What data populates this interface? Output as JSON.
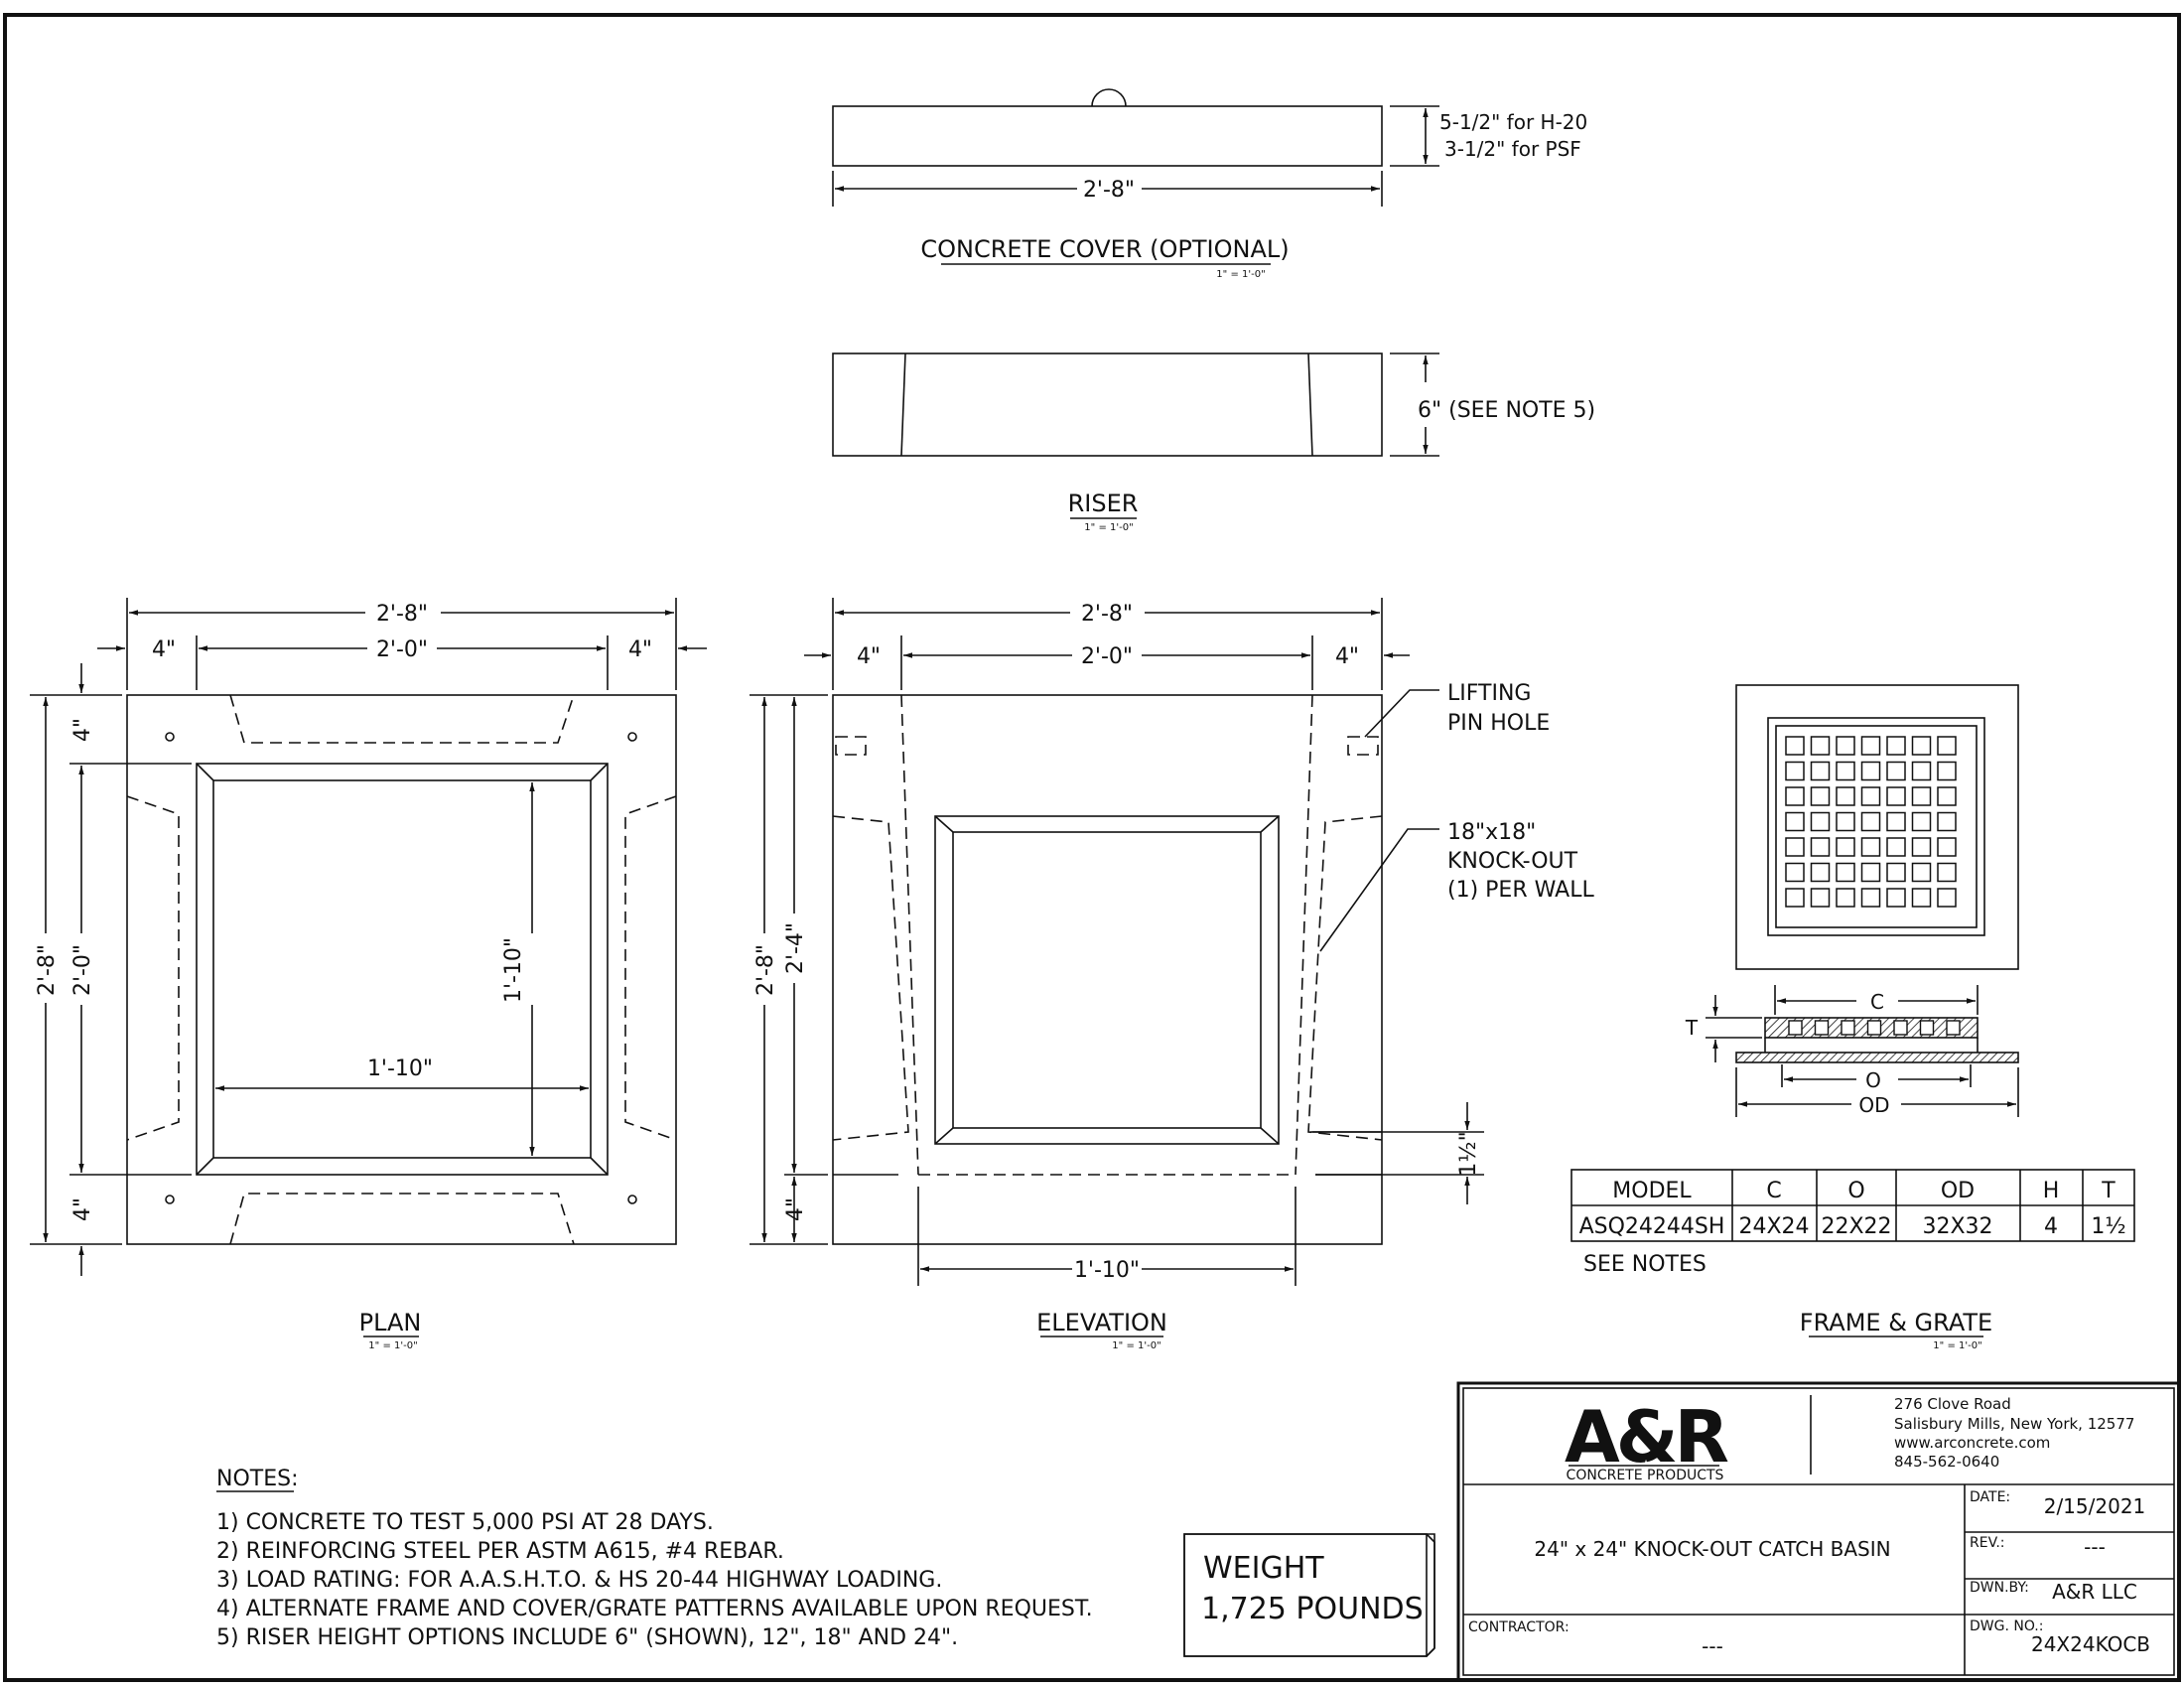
{
  "cover": {
    "title": "CONCRETE COVER (OPTIONAL)",
    "scale": "1\" = 1'-0\"",
    "width_dim": "2'-8\"",
    "height_note_1": "5-1/2\" for H-20",
    "height_note_2": "3-1/2\" for PSF"
  },
  "riser": {
    "title": "RISER",
    "scale": "1\" = 1'-0\"",
    "height_dim": "6\"  (SEE NOTE 5)"
  },
  "plan": {
    "title": "PLAN",
    "scale": "1\" = 1'-0\"",
    "overall_width": "2'-8\"",
    "inner_width": "2'-0\"",
    "left_wall": "4\"",
    "right_wall": "4\"",
    "overall_height": "2'-8\"",
    "inner_height": "2'-0\"",
    "top_wall": "4\"",
    "bottom_wall": "4\"",
    "opening_width": "1'-10\"",
    "opening_height": "1'-10\""
  },
  "elevation": {
    "title": "ELEVATION",
    "scale": "1\" = 1'-0\"",
    "overall_width": "2'-8\"",
    "inner_width": "2'-0\"",
    "left_wall": "4\"",
    "right_wall": "4\"",
    "overall_height": "2'-8\"",
    "inner_height": "2'-4\"",
    "bottom_wall": "4\"",
    "bottom_width": "1'-10\"",
    "step": "1½\"",
    "callout_pin_1": "LIFTING",
    "callout_pin_2": "PIN HOLE",
    "callout_ko_1": "18\"x18\"",
    "callout_ko_2": "KNOCK-OUT",
    "callout_ko_3": "(1) PER WALL"
  },
  "frame_grate": {
    "title": "FRAME & GRATE",
    "scale": "1\" = 1'-0\"",
    "label_c": "C",
    "label_o": "O",
    "label_od": "OD",
    "label_t": "T",
    "table": {
      "headers": [
        "MODEL",
        "C",
        "O",
        "OD",
        "H",
        "T"
      ],
      "rows": [
        [
          "ASQ24244SH",
          "24X24",
          "22X22",
          "32X32",
          "4",
          "1½"
        ]
      ]
    },
    "see_notes": "SEE NOTES"
  },
  "notes": {
    "heading": "NOTES:",
    "items": [
      "1)  CONCRETE TO TEST 5,000 PSI AT 28 DAYS.",
      "2)  REINFORCING STEEL PER ASTM A615, #4 REBAR.",
      "3)  LOAD RATING: FOR A.A.S.H.T.O. & HS 20-44 HIGHWAY LOADING.",
      "4)  ALTERNATE FRAME AND COVER/GRATE PATTERNS AVAILABLE UPON REQUEST.",
      "5)  RISER HEIGHT OPTIONS INCLUDE 6\" (SHOWN), 12\", 18\" AND 24\"."
    ]
  },
  "weight": {
    "line1": "WEIGHT",
    "line2": "1,725 POUNDS"
  },
  "title_block": {
    "logo_text": "A&R",
    "logo_sub": "CONCRETE PRODUCTS",
    "address": [
      "276 Clove Road",
      "Salisbury Mills, New York, 12577",
      "www.arconcrete.com",
      "845-562-0640"
    ],
    "drawing_title": "24\" x 24\" KNOCK-OUT CATCH BASIN",
    "contractor_label": "CONTRACTOR:",
    "contractor_value": "---",
    "date_label": "DATE:",
    "date_value": "2/15/2021",
    "rev_label": "REV.:",
    "rev_value": "---",
    "drawn_label": "DWN.BY:",
    "drawn_value": "A&R LLC",
    "dwg_label": "DWG. NO.:",
    "dwg_value": "24X24KOCB"
  }
}
